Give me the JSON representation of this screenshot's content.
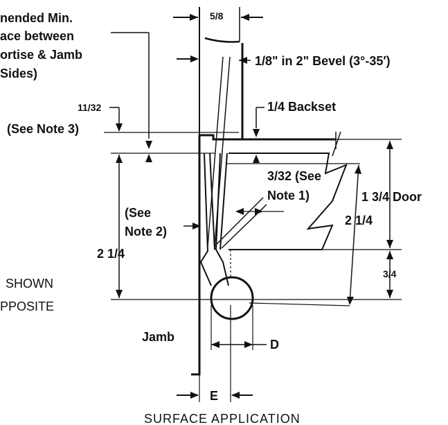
{
  "labels": {
    "recommended_line1": "nended Min.",
    "recommended_line2": "ace between",
    "recommended_line3": "ortise & Jamb",
    "recommended_line4": "Sides)",
    "top_width": "5/8",
    "bevel": "1/8\" in 2\" Bevel (3°-35′)",
    "eleven_32": "11/32",
    "see_note3": "(See Note 3)",
    "backset": "1/4 Backset",
    "three_32_line1": "3/32 (See",
    "three_32_line2": "Note 1)",
    "door": "1 3/4 Door",
    "see_note2_line1": "(See",
    "see_note2_line2": "Note 2)",
    "right_2_1_4": "2 1/4",
    "left_2_1_4": "2 1/4",
    "three_quarter": "3/4",
    "shown": "SHOWN",
    "opposite": "PPOSITE",
    "jamb": "Jamb",
    "d_label": "D",
    "e_label": "E",
    "caption": "SURFACE APPLICATION"
  }
}
